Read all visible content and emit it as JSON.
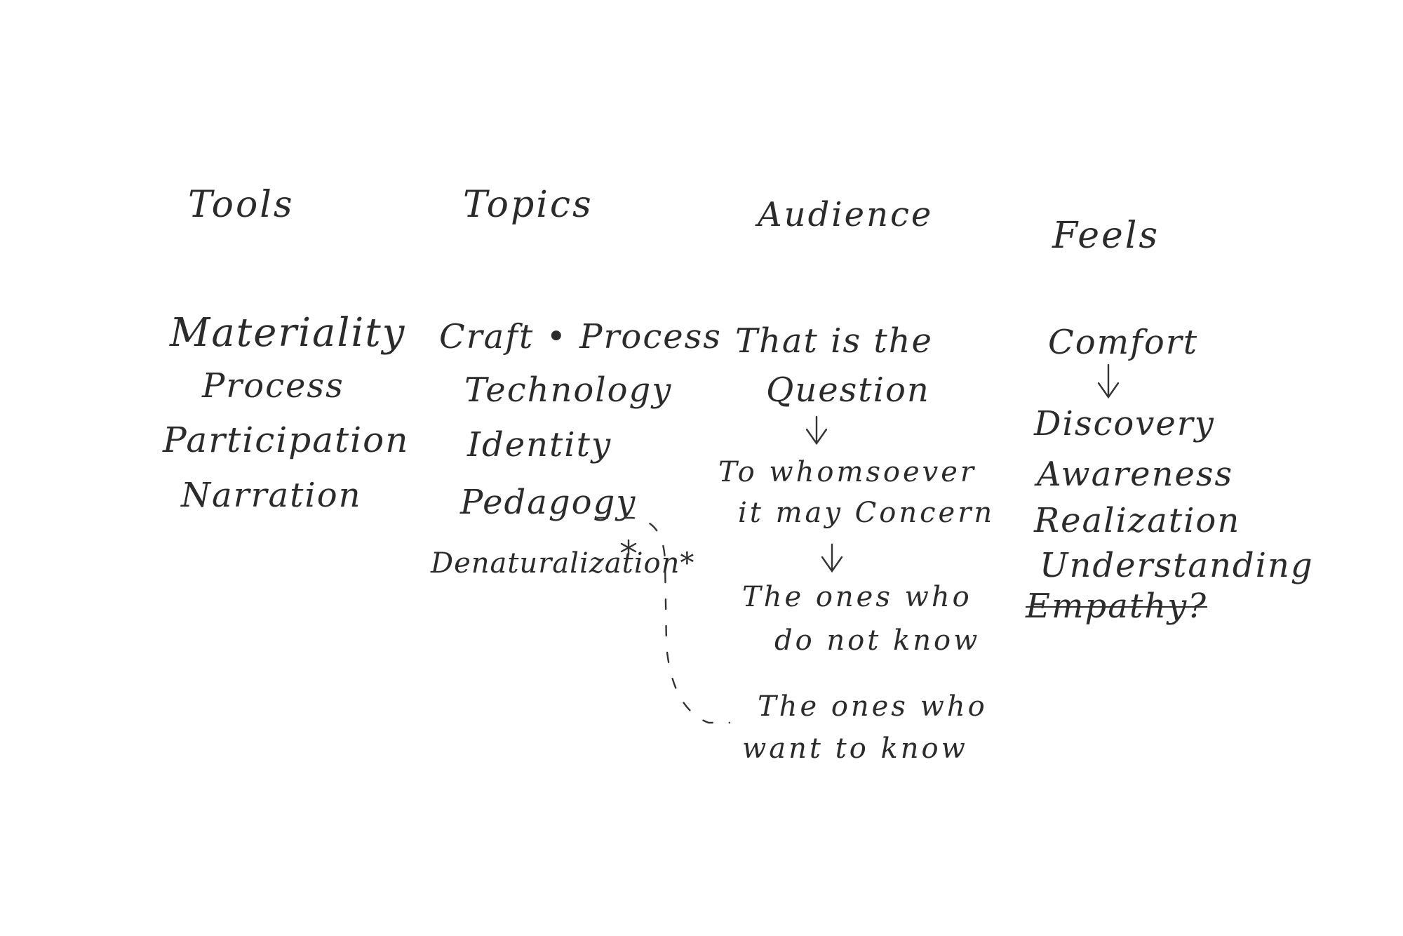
{
  "columns": {
    "tools": {
      "heading": "Tools",
      "items": [
        "Materiality",
        "Process",
        "Participation",
        "Narration"
      ]
    },
    "topics": {
      "heading": "Topics",
      "items": [
        "Craft • Process",
        "Technology",
        "Identity",
        "Pedagogy",
        "Denaturalization*"
      ]
    },
    "audience": {
      "heading": "Audience",
      "items": [
        "That is the",
        "Question",
        "To whomsoever",
        "it may Concern",
        "The ones who",
        "do not know",
        "The ones who",
        "want to know"
      ]
    },
    "feels": {
      "heading": "Feels",
      "items": [
        "Comfort",
        "Discovery",
        "Awareness",
        "Realization",
        "Understanding",
        "Empathy?"
      ]
    }
  },
  "colors": {
    "ink": "#2b2b2b",
    "paper": "#ffffff"
  },
  "icons": [
    "down-arrow-icon",
    "dashed-connector"
  ]
}
